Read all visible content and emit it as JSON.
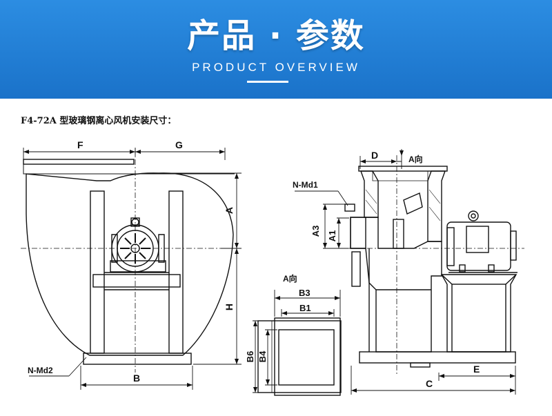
{
  "header": {
    "title": "产品 · 参数",
    "subtitle": "PRODUCT OVERVIEW",
    "background": "#1f7fd6"
  },
  "caption": "F4-72A 型玻璃钢离心风机安装尺寸：",
  "labels": {
    "F": "F",
    "G": "G",
    "A": "A",
    "H": "H",
    "B": "B",
    "NMd2": "N-Md2",
    "NMd1": "N-Md1",
    "D": "D",
    "A_view": "A向",
    "A3": "A3",
    "A1": "A1",
    "B3": "B3",
    "B1": "B1",
    "B6": "B6",
    "B4": "B4",
    "C": "C",
    "E": "E"
  }
}
